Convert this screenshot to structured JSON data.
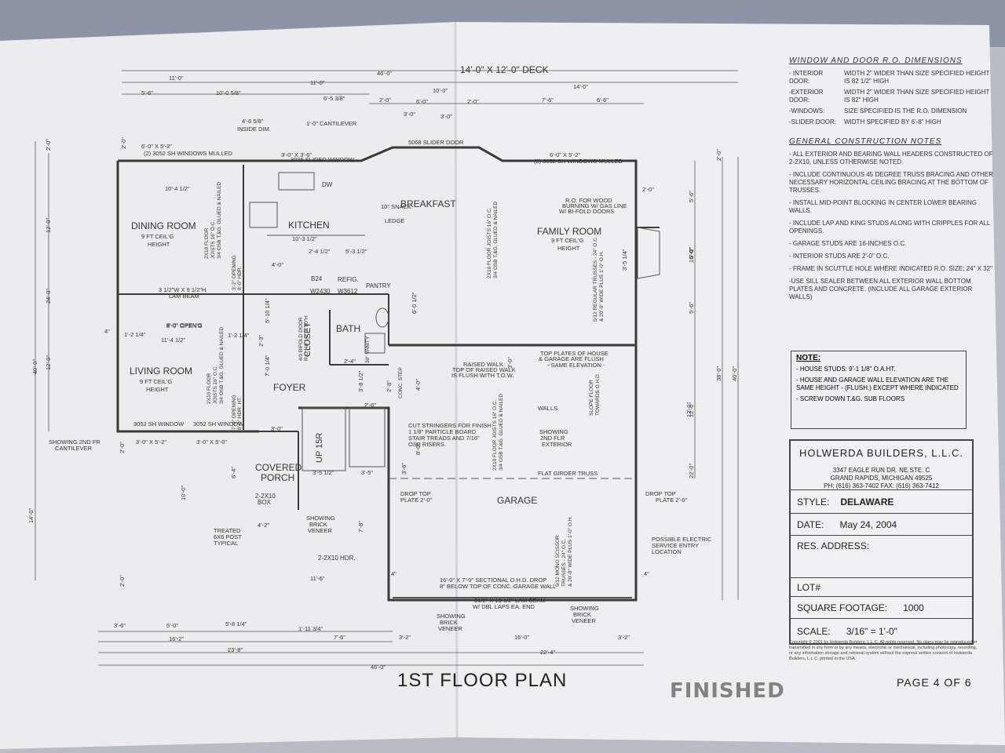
{
  "title": {
    "plan": "1ST FLOOR PLAN",
    "stamp": "FINISHED",
    "page": "PAGE 4 OF 6"
  },
  "rooms": [
    "DINING ROOM",
    "KITCHEN",
    "BREAKFAST",
    "FAMILY ROOM",
    "LIVING ROOM",
    "FOYER",
    "BATH",
    "GARAGE",
    "COVERED",
    "PORCH",
    "14'-0\" X 12'-0\" DECK"
  ],
  "details": [
    "9 FT CEIL'G",
    "HEIGHT",
    "9 FT CEIL'G",
    "HEIGHT",
    "9 FT CEIL'G",
    "HEIGHT",
    "RAISED WALK",
    "TOP OF RAISED WALK",
    "IS FLUSH WITH T.O.W.",
    "TOP PLATES OF HOUSE",
    "& GARAGE ARE FLUSH",
    "- SAME ELEVATION -",
    "R.O. FOR WOOD",
    "BURNING W/ GAS LINE",
    "W/ BI-FOLD DOORS",
    "FLAT GIRDER TRUSS",
    "CUT STRINGERS FOR FINISH",
    "1 1/8\" PARTICLE BOARD",
    "STAIR TREADS AND 7/16\"",
    "OSB RISERS.",
    "SHOWING",
    "2ND FLR",
    "EXTERIOR",
    "16'-0\" X 7'-0\" SECTIONAL O.H.D. DROP",
    "8\" BELOW TOP OF CONC. GARAGE WALL",
    "31/2\" X 13 1/2\" LAM BEAM",
    "W/ DBL LAPS EA. END",
    "SHOWING",
    "BRICK",
    "VENEER",
    "SHOWING",
    "BRICK",
    "VENEER",
    "SHOWING",
    "BRICK",
    "VENEER",
    "TREATED",
    "6X6 POST",
    "TYPICAL",
    "POSSIBLE ELECTRIC",
    "SERVICE ENTRY",
    "LOCATION",
    "DROP TOP",
    "PLATE 2'-0\"",
    "DROP TOP",
    "PLATE 2'-0\"",
    "SHOWING 2ND FR",
    "CANTILEVER",
    "WALLS",
    "3052 SH WINDOW",
    "3052 SH WINDOW",
    "(2) 3052 SH WINDOWS MULLED",
    "(2) 3052 SH WINDOWS MULLED",
    "3036 SLIDER WINDOW",
    "5068 SLIDER DOOR",
    "3 1/2\"W X 9 1/2\"H",
    "LAM BEAM",
    "8'-0\" OPEN'G",
    "10\" SNACK",
    "LEDGE"
  ],
  "small": [
    "DW",
    "B24",
    "REFIG.",
    "PANTRY",
    "W2430",
    "W3612",
    "2-2X10",
    "BOX",
    "2-2X10 HDR.",
    "UP 15R",
    "CLOSET"
  ],
  "dims": [
    "46'-0\"",
    "11'-0\"",
    "11'-0\"",
    "10'-0\"",
    "14'-0\"",
    "5'-6\"",
    "10'-0 5/8\"",
    "6'-5 3/8\"",
    "2'-0\"",
    "6'-0\"",
    "2'-0\"",
    "7'-6\"",
    "6'-6\"",
    "3'-0\"",
    "3'-0\"",
    "4'-6 5/8\"",
    "INSIDE DIM.",
    "1'-0\" CANTILEVER",
    "6'-0\" X 5'-2\"",
    "3'-0\" X 3'-6\"",
    "6'-0\" X 5'-2\"",
    "10'-4 1/2\"",
    "10'-3 1/2\"",
    "4'-0\"",
    "2'-4 1/2\"",
    "5'-3 1/2\"",
    "8'-0\" OPEN'G",
    "1'-2 1/4\"",
    "1'-2 1/4\"",
    "11'-4 1/2\"",
    "2'-0\"",
    "3'-0\"",
    "3'-0\" X 5'-2\"",
    "3'-0\" X 5'-0\"",
    "2'-4\"",
    "2'-6\"",
    "3'-5 1/2\"",
    "3'-5\"",
    "4'-2\"",
    "11'-6\"",
    "3'-6\"",
    "5'-0\"",
    "5'-8 1/4\"",
    "1'-11 3/4\"",
    "16'-2\"",
    "7'-6\"",
    "3'-2\"",
    "16'-0\"",
    "3'-2\"",
    "23'-8\"",
    "22'-4\"",
    "46'-0\"",
    "4\"",
    "4\"",
    "4\""
  ],
  "vdims": [
    "40'-0\"",
    "24'-0\"",
    "12'-0\"",
    "12'-0\"",
    "2'-0\"",
    "14'-0\"",
    "2'-0\"",
    "2'-0\"",
    "38'-0\"",
    "40'-0\"",
    "16'-0\"",
    "12'-0\"",
    "22'-0\"",
    "5'-6\"",
    "5'-0\"",
    "5'-6\"",
    "2'-0\"",
    "6'-0 1/2\"",
    "3'-5 1/4\"",
    "12'-0\"",
    "2'-3\"",
    "7'-0 1/4\"",
    "5'-10 1/4\"",
    "3'-8 1/2\"",
    "4'-0\"",
    "3'-0\"",
    "2'-8\"",
    "8'-0\"",
    "3'-6\"",
    "6'-4\"",
    "10'-0\"",
    "7'-8\"",
    "2'-0\""
  ],
  "rotnotes": [
    "2X10 FLOOR",
    "JOISTS 16\" O.C.",
    "3/4 OSB T.&G. GLUED & NAILED",
    "2X10 FLOOR",
    "JOISTS 16\" O.C.",
    "3/4 OSB T.&G. GLUED & NAILED",
    "2X10 FLOOR JOISTS 16\" O.C.",
    "3/4 OSB T.&G. GLUED & NAILED",
    "2X10 FLOOR JOISTS 16\" O.C.",
    "3/4 OSB T.&G. GLUED & NAILED",
    "5/12 REGULAR TRUSSES - 24\" O.C.",
    "& 20'-0\" WIDE PLUS 1'-0\" O.H.",
    "5/12 MONO SCISSOR",
    "TRUSSES - 24\" O.C.",
    "& 20'-0\" WIDE PLUS 1'-0\" O.H.",
    "SLOPE FLOOR",
    "TOWARDS O.H.D.",
    "3'-2\" OPENING",
    "8'-0\" HDR.",
    "7'-0\" OPENING",
    "8'-0\" HDR. HT.",
    "30\" VANITY",
    "4/0 BIFOLD DOOR",
    "R.O. 48 1/2\" X 80\"H",
    "CONC. STEP"
  ],
  "notes": {
    "ro_heading": "WINDOW AND DOOR R.O. DIMENSIONS",
    "ro": [
      {
        "k": "- INTERIOR DOOR:",
        "v": "WIDTH 2\" WIDER THAN SIZE SPECIFIED HEIGHT IS 82 1/2\" HIGH"
      },
      {
        "k": "-EXTERIOR DOOR:",
        "v": "WIDTH 2\" WIDER THAN SIZE SPECIFIED HEIGHT IS 82\" HIGH"
      },
      {
        "k": "-WINDOWS:",
        "v": "SIZE SPECIFIED IS THE R.O. DIMENSION"
      },
      {
        "k": "-SLIDER DOOR:",
        "v": "WIDTH SPECIFIED BY 6'-8\" HIGH"
      }
    ],
    "gc_heading": "GENERAL CONSTRUCTION NOTES",
    "gc": [
      "- ALL EXTERIOR AND BEARING WALL HEADERS CONSTRUCTED OF 2-2X10, UNLESS OTHERWISE NOTED.",
      "- INCLUDE CONTINUOUS 45 DEGREE TRUSS BRACING AND OTHER NECESSARY HORIZONTAL CEILING BRACING AT THE BOTTOM OF TRUSSES.",
      "- INSTALL MID-POINT BLOCKING IN CENTER LOWER BEARING WALLS.",
      "- INCLUDE LAP AND KING STUDS ALONG WITH CRIPPLES FOR ALL OPENINGS.",
      "- GARAGE STUDS ARE 16-INCHES O.C.",
      "- INTERIOR STUDS ARE 2'-0\" O.C.",
      "- FRAME IN SCUTTLE HOLE WHERE INDICATED R.O. SIZE; 24\" X 32\"",
      "-USE SILL SEALER BETWEEN ALL EXTERIOR WALL BOTTOM PLATES AND CONCRETE. (INCLUDE ALL GARAGE EXTERIOR WALLS)"
    ]
  },
  "notebox": {
    "heading": "NOTE:",
    "items": [
      "- HOUSE STUDS: 9'-1 1/8\" O.A.HT.",
      "- HOUSE AND GARAGE WALL ELEVATION ARE THE SAME HEIGHT - (FLUSH.) EXCEPT WHERE INDICATED",
      "- SCREW DOWN T.&G. SUB FLOORS"
    ]
  },
  "titleblock": {
    "firm": "HOLWERDA BUILDERS, L.L.C.",
    "addr": [
      "3347 EAGLE RUN DR. NE STE. C",
      "GRAND RAPIDS, MICHIGAN 49525",
      "PH: (616) 363-7402 FAX: (616) 363-7412"
    ],
    "style_label": "STYLE:",
    "style": "DELAWARE",
    "date_label": "DATE:",
    "date": "May 24, 2004",
    "res_label": "RES. ADDRESS:",
    "lot_label": "LOT#",
    "sqft_label": "SQUARE FOOTAGE:",
    "sqft": "1000",
    "scale_label": "SCALE:",
    "scale": "3/16\" = 1'-0\"",
    "copyright": "Copyright © 2001 by Holwerda Builders, L.L.C. All rights reserved. No plans may be reproduced or transmitted in any form or by any means, electronic or mechanical, including photocopy, recording, or any information storage and retrieval system without the express written consent of Holwerda Builders, L.L.C. printed in the USA."
  }
}
